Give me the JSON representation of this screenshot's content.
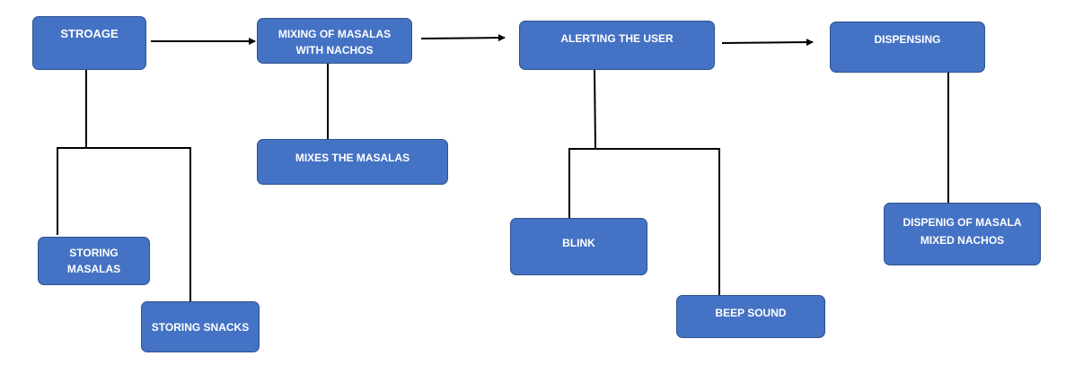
{
  "diagram": {
    "nodes": {
      "storage": "STROAGE",
      "mixing": "MIXING OF MASALAS\nWITH NACHOS",
      "alerting": "ALERTING THE USER",
      "dispensing": "DISPENSING",
      "storing_masalas": "STORING\nMASALAS",
      "storing_snacks": "STORING SNACKS",
      "mixes_masalas": "MIXES THE MASALAS",
      "blink": "BLINK",
      "beep": "BEEP SOUND",
      "dispensing_mixed": "DISPENIG OF MASALA\nMIXED NACHOS"
    },
    "colors": {
      "box_fill": "#4472c4",
      "box_border": "#2f528f",
      "text": "#ffffff",
      "line": "#000000"
    }
  }
}
